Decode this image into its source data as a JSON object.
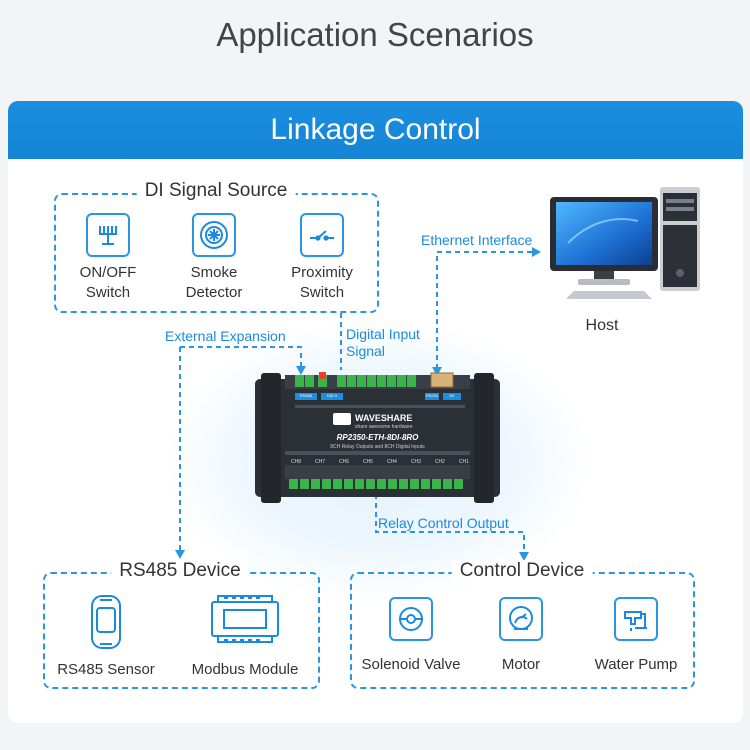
{
  "page_title": "Application Scenarios",
  "header": {
    "title": "Linkage Control"
  },
  "di_group": {
    "title": "DI Signal Source",
    "items": [
      {
        "label": "ON/OFF",
        "label2": "Switch",
        "icon": "switch-icon"
      },
      {
        "label": "Smoke",
        "label2": "Detector",
        "icon": "smoke-detector-icon"
      },
      {
        "label": "Proximity",
        "label2": "Switch",
        "icon": "proximity-switch-icon"
      }
    ]
  },
  "host": {
    "label": "Host"
  },
  "connections": {
    "ethernet": "Ethernet Interface",
    "external": "External Expansion",
    "digital_input_1": "Digital Input",
    "digital_input_2": "Signal",
    "relay": "Relay Control Output"
  },
  "device": {
    "brand": "WAVESHARE",
    "brand_sub": "share awesome hardware",
    "model": "RP2350-ETH-8DI-8RO",
    "desc": "8CH Relay Outputs and 8CH Digital Inputs",
    "channels": [
      "CH8",
      "CH7",
      "CH6",
      "CH5",
      "CH4",
      "CH3",
      "CH2",
      "CH1"
    ],
    "port_labels": [
      "RS485",
      "DI5-3",
      "RS232",
      "5V"
    ]
  },
  "rs485_group": {
    "title": "RS485 Device",
    "items": [
      {
        "label": "RS485 Sensor",
        "icon": "rs485-sensor-icon"
      },
      {
        "label": "Modbus Module",
        "icon": "modbus-module-icon"
      }
    ]
  },
  "control_group": {
    "title": "Control Device",
    "items": [
      {
        "label": "Solenoid Valve",
        "icon": "solenoid-valve-icon"
      },
      {
        "label": "Motor",
        "icon": "motor-icon"
      },
      {
        "label": "Water Pump",
        "icon": "water-pump-icon"
      }
    ]
  },
  "colors": {
    "accent": "#1c8ee0",
    "dash": "#2a95e2",
    "device": "#2b2f36",
    "terminal": "#39b54a"
  }
}
